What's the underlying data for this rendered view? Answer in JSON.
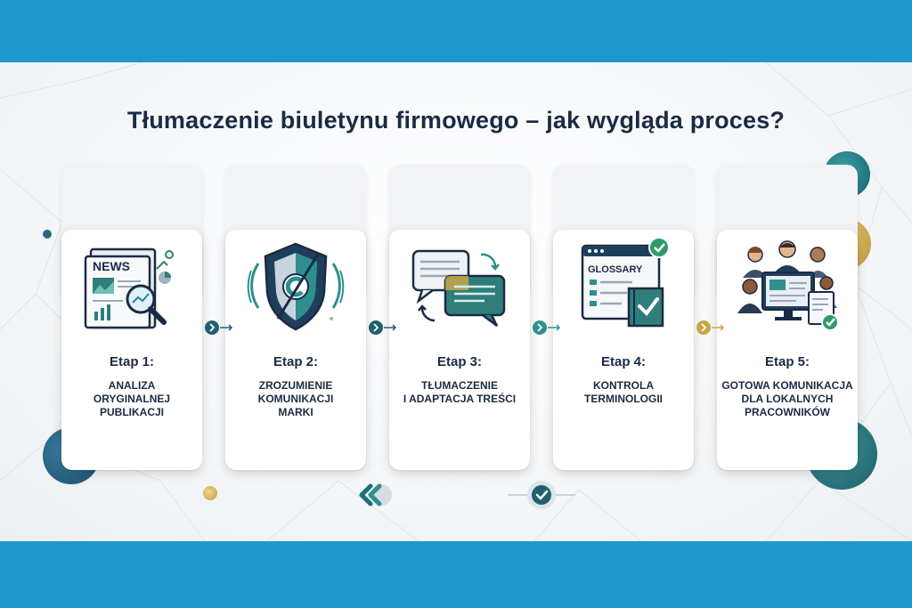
{
  "title": "Tłumaczenie biuletynu firmowego – jak wygląda proces?",
  "colors": {
    "brand_blue": "#1e97cc",
    "teal": "#1f6f7a",
    "navy": "#1c2a44",
    "gold": "#c9a646"
  },
  "steps": [
    {
      "label": "Etap 1:",
      "lines": [
        "ANALIZA",
        "ORYGINALNEJ",
        "PUBLIKACJI"
      ],
      "icon": "newspaper-magnifier-icon",
      "badge": "NEWS"
    },
    {
      "label": "Etap 2:",
      "lines": [
        "ZROZUMIENIE",
        "KOMUNIKACJI",
        "MARKI"
      ],
      "icon": "brand-shield-icon"
    },
    {
      "label": "Etap 3:",
      "lines": [
        "TŁUMACZENIE",
        "I ADAPTACJA TREŚCI"
      ],
      "icon": "speech-bubbles-icon"
    },
    {
      "label": "Etap 4:",
      "lines": [
        "KONTROLA",
        "TERMINOLOGII"
      ],
      "icon": "glossary-book-icon",
      "badge": "GLOSSARY"
    },
    {
      "label": "Etap 5:",
      "lines": [
        "GOTOWA KOMUNIKACJA",
        "DLA LOKALNYCH",
        "PRACOWNIKÓW"
      ],
      "icon": "team-monitor-icon"
    }
  ]
}
